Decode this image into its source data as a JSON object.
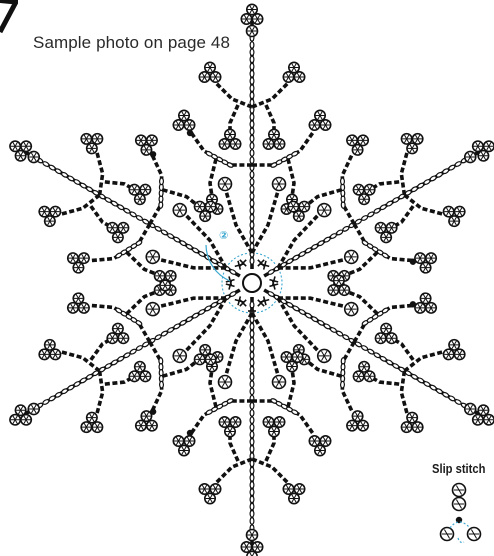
{
  "page": {
    "caption": "Sample photo on page 48"
  },
  "diagram": {
    "subject": "crochet snowflake chart",
    "arm_count": 6,
    "round_marker": "②",
    "center_symbol": "magic-ring",
    "start_symbol": "+",
    "colors": {
      "ink": "#111111",
      "round_marker": "#3aa6cf",
      "background": "#ffffff"
    },
    "symbols": [
      "chain",
      "single-crochet",
      "double-crochet",
      "picot",
      "slip-stitch",
      "magic-ring"
    ]
  },
  "legend": {
    "title": "Slip stitch"
  }
}
